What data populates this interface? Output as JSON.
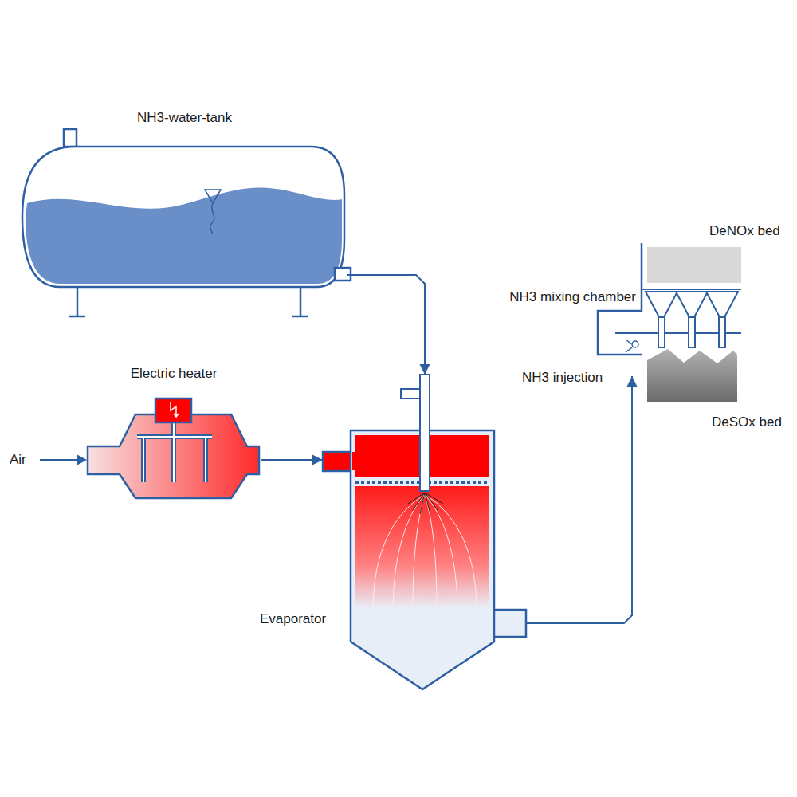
{
  "diagram": {
    "nodes": [
      {
        "text": [
          "NH3-water-tank"
        ]
      },
      {
        "text": [
          "Electric heater"
        ]
      },
      {
        "text": [
          "Evaporator"
        ]
      },
      {
        "text": [
          "NH3 mixing chamber"
        ]
      }
    ],
    "edges": [
      {
        "from": 0,
        "to": 2,
        "arrow": "to"
      },
      {
        "from": 1,
        "to": 2,
        "arrow": "to"
      },
      {
        "from": 2,
        "to": 3,
        "arrow": "to"
      }
    ],
    "labels": [
      "Air",
      "NH3 injection",
      "DeNOx bed",
      "DeSOx bed"
    ]
  }
}
